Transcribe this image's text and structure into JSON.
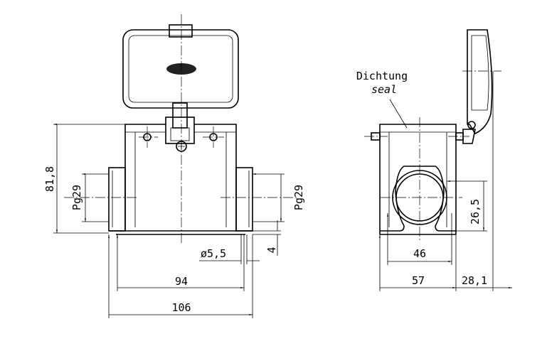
{
  "drawing": {
    "front_view": {
      "dim_height": "81,8",
      "dim_thread_left": "Pg29",
      "dim_thread_right": "Pg29",
      "dim_hole": "ø5,5",
      "dim_base": "4",
      "dim_hole_spacing": "94",
      "dim_width": "106"
    },
    "side_view": {
      "label_de": "Dichtung",
      "label_en": "seal",
      "dim_opening": "46",
      "dim_depth": "57",
      "dim_lid": "28,1",
      "dim_center_height": "26,5"
    }
  }
}
